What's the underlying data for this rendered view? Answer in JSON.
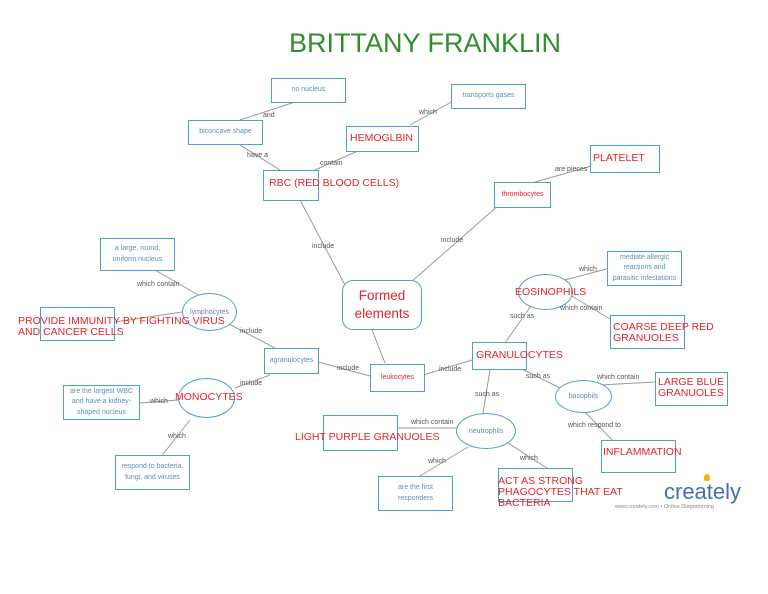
{
  "title": "BRITTANY FRANKLIN",
  "nodes": {
    "formed_elements": "Formed elements",
    "rbc": "RBC (RED BLOOD CELLS)",
    "biconcave": "biconcave shape",
    "no_nucleus": "no nucleus",
    "hemoglbin": "HEMOGLBIN",
    "transports_gases": "transports gases",
    "thrombocytes": "thrombocytes",
    "platelet": "PLATELET",
    "leukocytes": "leukocytes",
    "agranulocytes": "agranulocytes",
    "granulocytes": "GRANULOCYTES",
    "lymphocytes": "lymphocytes",
    "large_round": "a large, round, uniform nucleus",
    "provide_immunity": "PROVIDE IMMUNITY BY FIGHTING VIRUS AND CANCER CELLS",
    "monocytes": "MONOCYTES",
    "largest_wbc": "are the largest WBC and have a kidney-shaped nucleus",
    "respond_bacteria": "respond to bacteria, fungi, and viruses",
    "eosinophils": "EOSINOPHILS",
    "mediate_allergic": "mediate allergic reactions and parasitic infestations",
    "coarse_deep_red": "COARSE DEEP RED GRANUOLES",
    "basophils": "basophils",
    "large_blue": "LARGE BLUE GRANUOLES",
    "inflammation": "INFLAMMATION",
    "neutrophils": "neutrophils",
    "light_purple": "LIGHT PURPLE GRANUOLES",
    "first_responders": "are the first responders",
    "act_as_strong": "ACT AS STRONG PHAGOCYTES THAT EAT BACTERIA"
  },
  "link_labels": {
    "and": "and",
    "have_a": "have a",
    "contain": "contain",
    "which": "which",
    "are_pieces": "are pieces",
    "include": "include",
    "which_contain": "which contain",
    "such_as": "such as",
    "which_respond_to": "which respond to"
  },
  "branding": {
    "logo": "creately",
    "tagline": "www.creately.com • Online Diagramming"
  },
  "colors": {
    "title": "#2f8f2f",
    "red_text": "#e0262b",
    "border": "#4a9fd4",
    "line": "#9a9a9a"
  }
}
